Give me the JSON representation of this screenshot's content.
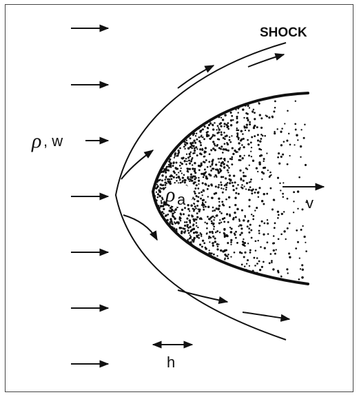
{
  "diagram": {
    "labels": {
      "shock": "SHOCK",
      "rho_w_rho": "ρ",
      "rho_w_rest": ", w",
      "rho_a_rho": "ρ",
      "rho_a_sub": "a",
      "velocity": "v",
      "thickness": "h"
    },
    "incoming_arrow_count": 7,
    "colors": {
      "ink": "#111111",
      "background": "#ffffff",
      "frame": "#444444"
    }
  }
}
